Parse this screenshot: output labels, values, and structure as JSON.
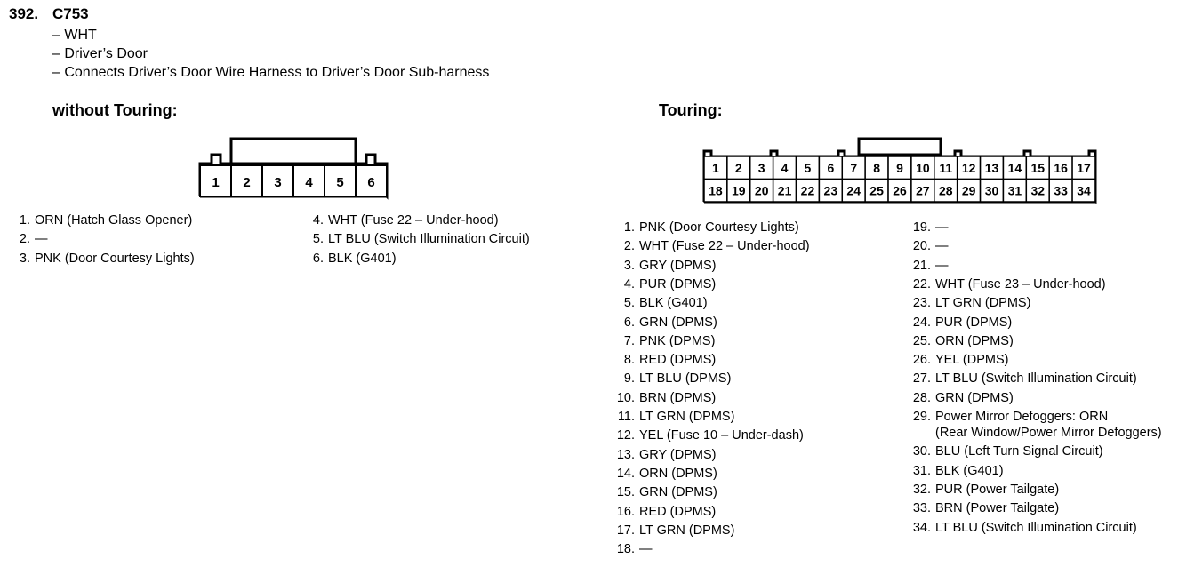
{
  "header": {
    "number": "392.",
    "connector_id": "C753",
    "details": [
      "– WHT",
      "– Driver’s Door",
      "– Connects Driver’s Door Wire Harness to Driver’s Door Sub-harness"
    ]
  },
  "without_touring": {
    "title": "without Touring:",
    "connector_pins": [
      "1",
      "2",
      "3",
      "4",
      "5",
      "6"
    ],
    "pins": [
      {
        "num": "1.",
        "desc": "ORN (Hatch Glass Opener)"
      },
      {
        "num": "2.",
        "desc": "—"
      },
      {
        "num": "3.",
        "desc": "PNK (Door Courtesy Lights)"
      },
      {
        "num": "4.",
        "desc": "WHT (Fuse 22 – Under-hood)"
      },
      {
        "num": "5.",
        "desc": "LT BLU (Switch Illumination Circuit)"
      },
      {
        "num": "6.",
        "desc": "BLK (G401)"
      }
    ]
  },
  "touring": {
    "title": "Touring:",
    "connector_top_row": [
      "1",
      "2",
      "3",
      "4",
      "5",
      "6",
      "7",
      "8",
      "9",
      "10",
      "11",
      "12",
      "13",
      "14",
      "15",
      "16",
      "17"
    ],
    "connector_bottom_row": [
      "18",
      "19",
      "20",
      "21",
      "22",
      "23",
      "24",
      "25",
      "26",
      "27",
      "28",
      "29",
      "30",
      "31",
      "32",
      "33",
      "34"
    ],
    "pins": [
      {
        "num": "1.",
        "desc": "PNK (Door Courtesy Lights)"
      },
      {
        "num": "2.",
        "desc": "WHT (Fuse 22 – Under-hood)"
      },
      {
        "num": "3.",
        "desc": "GRY (DPMS)"
      },
      {
        "num": "4.",
        "desc": "PUR (DPMS)"
      },
      {
        "num": "5.",
        "desc": "BLK (G401)"
      },
      {
        "num": "6.",
        "desc": "GRN (DPMS)"
      },
      {
        "num": "7.",
        "desc": "PNK (DPMS)"
      },
      {
        "num": "8.",
        "desc": "RED (DPMS)"
      },
      {
        "num": "9.",
        "desc": "LT BLU (DPMS)"
      },
      {
        "num": "10.",
        "desc": "BRN (DPMS)"
      },
      {
        "num": "11.",
        "desc": "LT GRN (DPMS)"
      },
      {
        "num": "12.",
        "desc": "YEL (Fuse 10 – Under-dash)"
      },
      {
        "num": "13.",
        "desc": "GRY (DPMS)"
      },
      {
        "num": "14.",
        "desc": "ORN (DPMS)"
      },
      {
        "num": "15.",
        "desc": "GRN (DPMS)"
      },
      {
        "num": "16.",
        "desc": "RED (DPMS)"
      },
      {
        "num": "17.",
        "desc": "LT GRN (DPMS)"
      },
      {
        "num": "18.",
        "desc": "—"
      },
      {
        "num": "19.",
        "desc": "—"
      },
      {
        "num": "20.",
        "desc": "—"
      },
      {
        "num": "21.",
        "desc": "—"
      },
      {
        "num": "22.",
        "desc": "WHT (Fuse 23 – Under-hood)"
      },
      {
        "num": "23.",
        "desc": "LT GRN (DPMS)"
      },
      {
        "num": "24.",
        "desc": "PUR (DPMS)"
      },
      {
        "num": "25.",
        "desc": "ORN (DPMS)"
      },
      {
        "num": "26.",
        "desc": "YEL (DPMS)"
      },
      {
        "num": "27.",
        "desc": "LT BLU (Switch Illumination Circuit)"
      },
      {
        "num": "28.",
        "desc": "GRN (DPMS)"
      },
      {
        "num": "29.",
        "desc": "Power Mirror Defoggers: ORN",
        "desc2": "(Rear Window/Power Mirror Defoggers)"
      },
      {
        "num": "30.",
        "desc": "BLU (Left Turn Signal Circuit)"
      },
      {
        "num": "31.",
        "desc": "BLK (G401)"
      },
      {
        "num": "32.",
        "desc": "PUR (Power Tailgate)"
      },
      {
        "num": "33.",
        "desc": "BRN (Power Tailgate)"
      },
      {
        "num": "34.",
        "desc": "LT BLU (Switch Illumination Circuit)"
      }
    ]
  }
}
